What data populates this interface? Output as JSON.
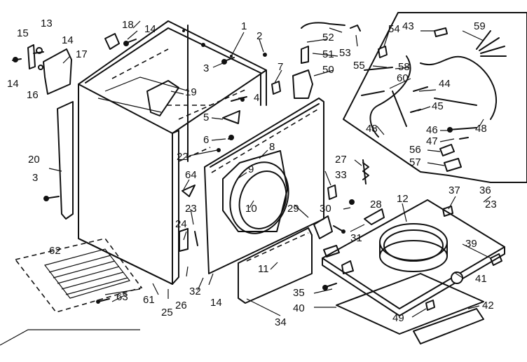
{
  "labels": [
    {
      "id": "1",
      "text": "1"
    },
    {
      "id": "2",
      "text": "2"
    },
    {
      "id": "3a",
      "text": "3"
    },
    {
      "id": "3b",
      "text": "3"
    },
    {
      "id": "4",
      "text": "4"
    },
    {
      "id": "5",
      "text": "5"
    },
    {
      "id": "6",
      "text": "6"
    },
    {
      "id": "7",
      "text": "7"
    },
    {
      "id": "8",
      "text": "8"
    },
    {
      "id": "9",
      "text": "9"
    },
    {
      "id": "10",
      "text": "10"
    },
    {
      "id": "11",
      "text": "11"
    },
    {
      "id": "12",
      "text": "12"
    },
    {
      "id": "13",
      "text": "13"
    },
    {
      "id": "14a",
      "text": "14"
    },
    {
      "id": "14b",
      "text": "14"
    },
    {
      "id": "14c",
      "text": "14"
    },
    {
      "id": "14d",
      "text": "14"
    },
    {
      "id": "15",
      "text": "15"
    },
    {
      "id": "16",
      "text": "16"
    },
    {
      "id": "17",
      "text": "17"
    },
    {
      "id": "18",
      "text": "18"
    },
    {
      "id": "19",
      "text": "19"
    },
    {
      "id": "20",
      "text": "20"
    },
    {
      "id": "22",
      "text": "22"
    },
    {
      "id": "23a",
      "text": "23"
    },
    {
      "id": "23b",
      "text": "23"
    },
    {
      "id": "24",
      "text": "24"
    },
    {
      "id": "25",
      "text": "25"
    },
    {
      "id": "26",
      "text": "26"
    },
    {
      "id": "27",
      "text": "27"
    },
    {
      "id": "28",
      "text": "28"
    },
    {
      "id": "29",
      "text": "29"
    },
    {
      "id": "30",
      "text": "30"
    },
    {
      "id": "31",
      "text": "31"
    },
    {
      "id": "32",
      "text": "32"
    },
    {
      "id": "33",
      "text": "33"
    },
    {
      "id": "34",
      "text": "34"
    },
    {
      "id": "35",
      "text": "35"
    },
    {
      "id": "36",
      "text": "36"
    },
    {
      "id": "37",
      "text": "37"
    },
    {
      "id": "39",
      "text": "39"
    },
    {
      "id": "40",
      "text": "40"
    },
    {
      "id": "41",
      "text": "41"
    },
    {
      "id": "42",
      "text": "42"
    },
    {
      "id": "43",
      "text": "43"
    },
    {
      "id": "44",
      "text": "44"
    },
    {
      "id": "45",
      "text": "45"
    },
    {
      "id": "46",
      "text": "46"
    },
    {
      "id": "47",
      "text": "47"
    },
    {
      "id": "48a",
      "text": "48"
    },
    {
      "id": "48b",
      "text": "48"
    },
    {
      "id": "49",
      "text": "49"
    },
    {
      "id": "50",
      "text": "50"
    },
    {
      "id": "51",
      "text": "51"
    },
    {
      "id": "52",
      "text": "52"
    },
    {
      "id": "53",
      "text": "53"
    },
    {
      "id": "54",
      "text": "54"
    },
    {
      "id": "55",
      "text": "55"
    },
    {
      "id": "56",
      "text": "56"
    },
    {
      "id": "57",
      "text": "57"
    },
    {
      "id": "58",
      "text": "58"
    },
    {
      "id": "59",
      "text": "59"
    },
    {
      "id": "60",
      "text": "60"
    },
    {
      "id": "61",
      "text": "61"
    },
    {
      "id": "62",
      "text": "62"
    },
    {
      "id": "63",
      "text": "63"
    },
    {
      "id": "64",
      "text": "64"
    }
  ]
}
